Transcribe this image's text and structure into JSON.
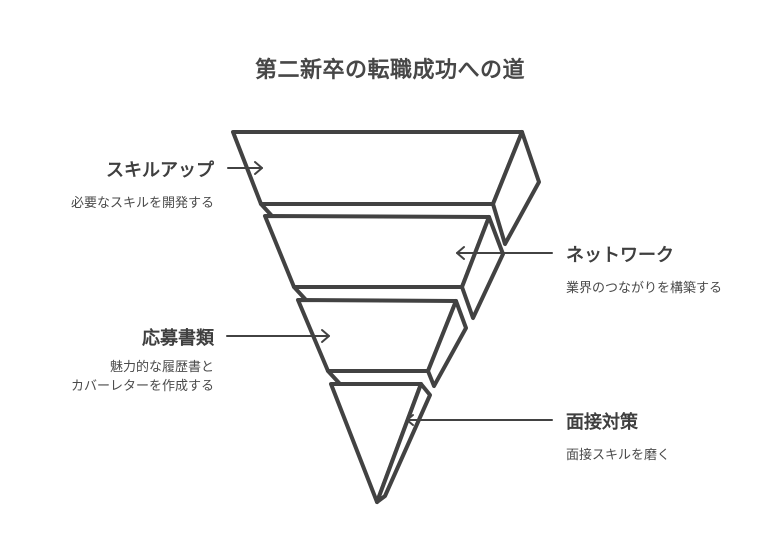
{
  "title": "第二新卒の転職成功への道",
  "colors": {
    "stroke": "#424242",
    "text": "#3f3f3f",
    "background": "#ffffff"
  },
  "stages": [
    {
      "label": "スキルアップ",
      "description": "必要なスキルを開発する",
      "side": "left",
      "arrow": "points-right-into-funnel"
    },
    {
      "label": "ネットワーク",
      "description": "業界のつながりを構築する",
      "side": "right",
      "arrow": "points-left-into-funnel"
    },
    {
      "label": "応募書類",
      "description_line1": "魅力的な履歴書と",
      "description_line2": "カバーレターを作成する",
      "side": "left",
      "arrow": "points-right-into-funnel"
    },
    {
      "label": "面接対策",
      "description": "面接スキルを磨く",
      "side": "right",
      "arrow": "points-left-into-funnel"
    }
  ]
}
